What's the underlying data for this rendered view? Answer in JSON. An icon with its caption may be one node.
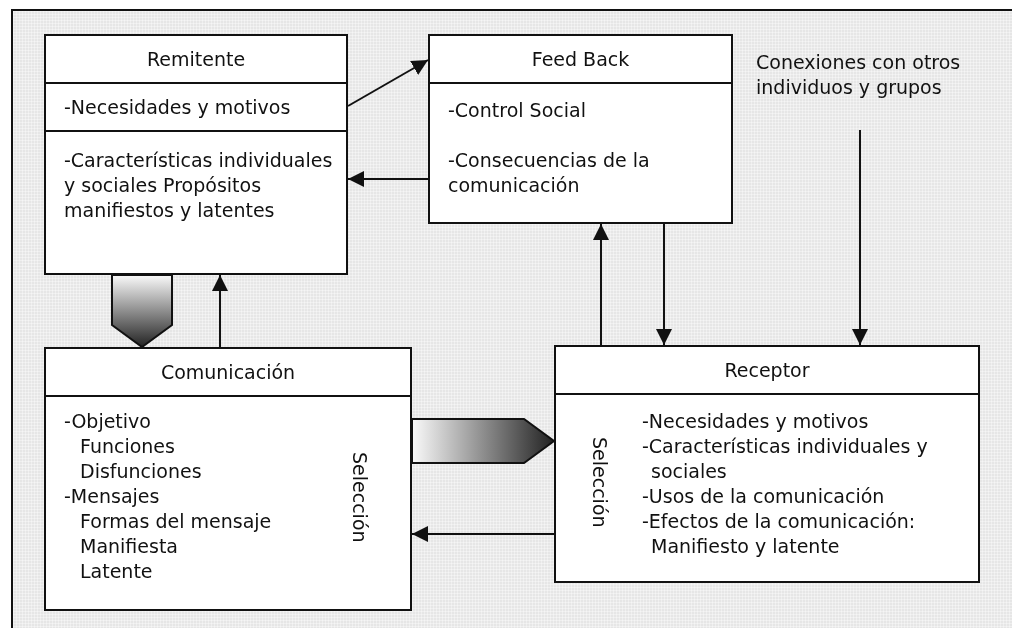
{
  "diagram": {
    "nodes": [
      {
        "text": [
          "Remitente",
          "-Necesidades y motivos",
          "-Características individuales y sociales Propósitos manifiestos y latentes"
        ]
      },
      {
        "text": [
          "Feed Back",
          "-Control Social",
          "-Consecuencias de la comunicación"
        ]
      },
      {
        "text": [
          "Conexiones con otros individuos y grupos"
        ]
      },
      {
        "text": [
          "Comunicación",
          "-Objetivo",
          "Funciones",
          "Disfunciones",
          "-Mensajes",
          "Formas del mensaje",
          "Manifiesta",
          "Latente",
          "Selección"
        ]
      },
      {
        "text": [
          "Receptor",
          "Selección",
          "-Necesidades y motivos",
          "-Características individuales y sociales",
          "-Usos de la comunicación",
          "-Efectos de la comunicación: Manifiesto y latente"
        ]
      }
    ],
    "edges": [
      {
        "from": 0,
        "to": 1,
        "arrow": "to"
      },
      {
        "from": 1,
        "to": 0,
        "arrow": "to"
      },
      {
        "from": 0,
        "to": 3,
        "arrow": "to",
        "style": "thick"
      },
      {
        "from": 3,
        "to": 0,
        "arrow": "to"
      },
      {
        "from": 3,
        "to": 4,
        "arrow": "to",
        "style": "thick"
      },
      {
        "from": 4,
        "to": 3,
        "arrow": "to"
      },
      {
        "from": 4,
        "to": 1,
        "arrow": "to"
      },
      {
        "from": 1,
        "to": 4,
        "arrow": "to"
      },
      {
        "from": 2,
        "to": 4,
        "arrow": "to"
      }
    ]
  }
}
